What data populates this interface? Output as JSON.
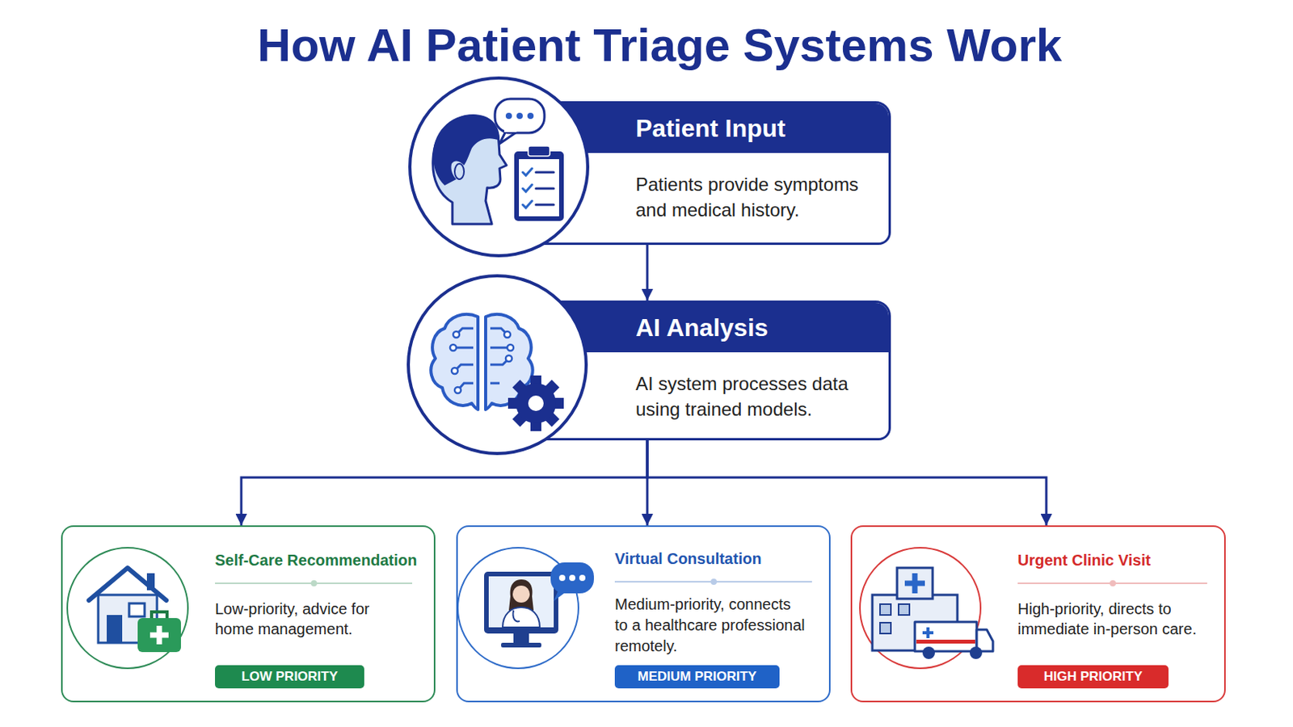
{
  "diagram": {
    "title": "How AI Patient Triage Systems Work",
    "nodes": [
      {
        "text": [
          "Patient Input",
          "Patients provide symptoms and medical history."
        ]
      },
      {
        "text": [
          "AI Analysis",
          "AI system processes data using trained models."
        ]
      },
      {
        "text": [
          "Self-Care Recommendation",
          "Low-priority, advice for home management."
        ]
      },
      {
        "text": [
          "LOW PRIORITY"
        ],
        "in": 2
      },
      {
        "text": [
          "Virtual Consultation",
          "Medium-priority, connects to a healthcare professional remotely."
        ]
      },
      {
        "text": [
          "MEDIUM PRIORITY"
        ],
        "in": 4
      },
      {
        "text": [
          "Urgent Clinic Visit",
          "High-priority, directs to immediate in-person care."
        ]
      },
      {
        "text": [
          "HIGH PRIORITY"
        ],
        "in": 6
      }
    ],
    "edges": [
      {
        "from": 0,
        "to": 1,
        "arrow": "to"
      },
      {
        "from": 1,
        "to": 2,
        "arrow": "to"
      },
      {
        "from": 1,
        "to": 4,
        "arrow": "to"
      },
      {
        "from": 1,
        "to": 6,
        "arrow": "to"
      }
    ]
  }
}
